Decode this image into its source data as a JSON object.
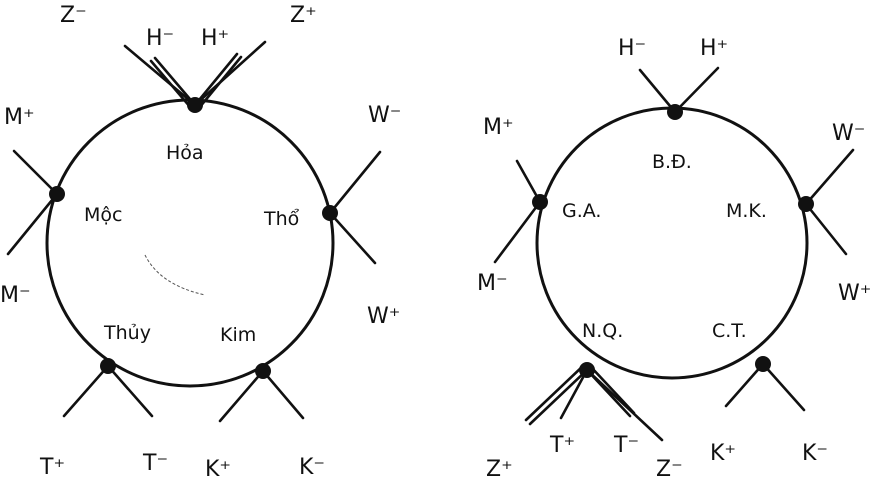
{
  "colors": {
    "ink": "#111111",
    "background": "#ffffff"
  },
  "left_diagram": {
    "nodes": {
      "top": "Hỏa",
      "left": "Mộc",
      "right": "Thổ",
      "bottom_left": "Thủy",
      "bottom_right": "Kim"
    },
    "poles": {
      "z_minus": "Z⁻",
      "h_minus": "H⁻",
      "h_plus": "H⁺",
      "z_plus": "Z⁺",
      "m_plus": "M⁺",
      "m_minus": "M⁻",
      "w_minus": "W⁻",
      "w_plus": "W⁺",
      "t_plus": "T⁺",
      "t_minus": "T⁻",
      "k_plus": "K⁺",
      "k_minus": "K⁻"
    }
  },
  "right_diagram": {
    "nodes": {
      "top": "B.Đ.",
      "left": "G.A.",
      "right": "M.K.",
      "bottom_left": "N.Q.",
      "bottom_right": "C.T."
    },
    "poles": {
      "h_minus": "H⁻",
      "h_plus": "H⁺",
      "m_plus": "M⁺",
      "m_minus": "M⁻",
      "w_minus": "W⁻",
      "w_plus": "W⁺",
      "z_plus": "Z⁺",
      "t_plus": "T⁺",
      "t_minus": "T⁻",
      "z_minus": "Z⁻",
      "k_plus": "K⁺",
      "k_minus": "K⁻"
    }
  }
}
